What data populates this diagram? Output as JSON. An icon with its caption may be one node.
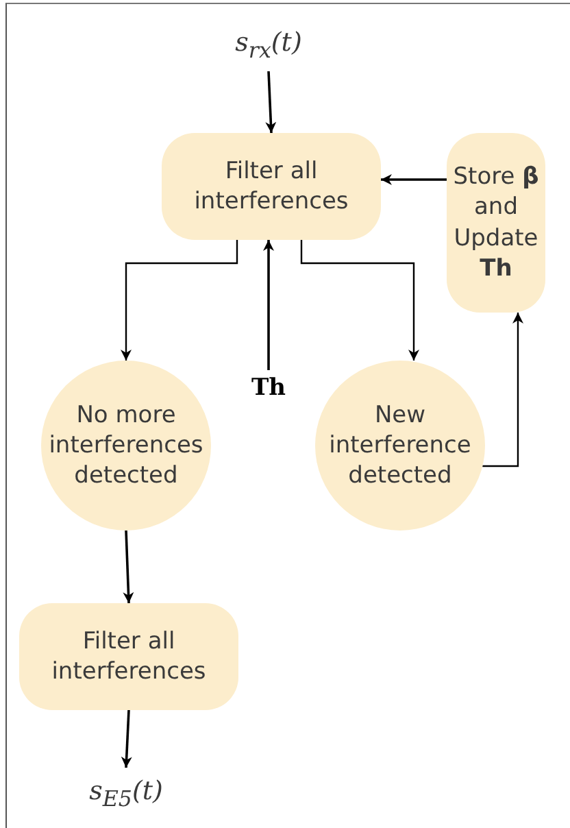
{
  "diagram": {
    "nodes": [
      {
        "text": [
          "s$_{rx}$(t)"
        ]
      },
      {
        "text": [
          "Filter all interferences"
        ]
      },
      {
        "text": [
          "Store **β** and Update **Th**"
        ]
      },
      {
        "text": [
          "Th"
        ]
      },
      {
        "text": [
          "No more interferences detected"
        ]
      },
      {
        "text": [
          "New interference detected"
        ]
      },
      {
        "text": [
          "Filter all interferences"
        ]
      },
      {
        "text": [
          "s$_{E5}$(t)"
        ]
      }
    ],
    "edges": [
      {
        "from": 0,
        "to": 1,
        "arrow": "to"
      },
      {
        "from": 2,
        "to": 1,
        "arrow": "to"
      },
      {
        "from": 3,
        "to": 1,
        "arrow": "to"
      },
      {
        "from": 1,
        "to": 4,
        "arrow": "to"
      },
      {
        "from": 1,
        "to": 5,
        "arrow": "to"
      },
      {
        "from": 5,
        "to": 2,
        "arrow": "to"
      },
      {
        "from": 4,
        "to": 6,
        "arrow": "to"
      },
      {
        "from": 6,
        "to": 7,
        "arrow": "to"
      }
    ]
  }
}
